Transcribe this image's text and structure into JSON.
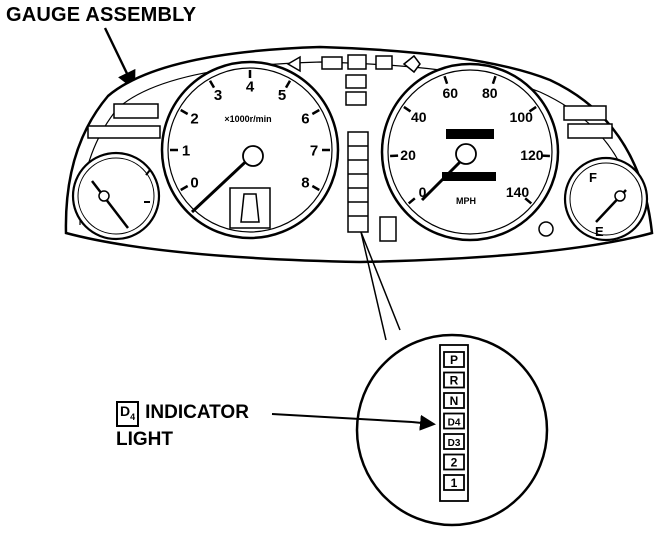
{
  "title": "GAUGE ASSEMBLY",
  "callout": {
    "badge": "D",
    "badge_sub": "4",
    "line1": "INDICATOR",
    "line2": "LIGHT"
  },
  "tachometer": {
    "ticks": [
      "0",
      "1",
      "2",
      "3",
      "4",
      "5",
      "6",
      "7",
      "8"
    ],
    "unit": "×1000r/min"
  },
  "speedometer": {
    "kmh_ticks": [
      "0",
      "20",
      "40",
      "60",
      "80",
      "100",
      "120",
      "140"
    ],
    "unit": "MPH"
  },
  "fuel_gauge": {
    "full": "F",
    "empty": "E"
  },
  "gear_indicators": [
    "P",
    "R",
    "N",
    "D4",
    "D3",
    "2",
    "1"
  ]
}
